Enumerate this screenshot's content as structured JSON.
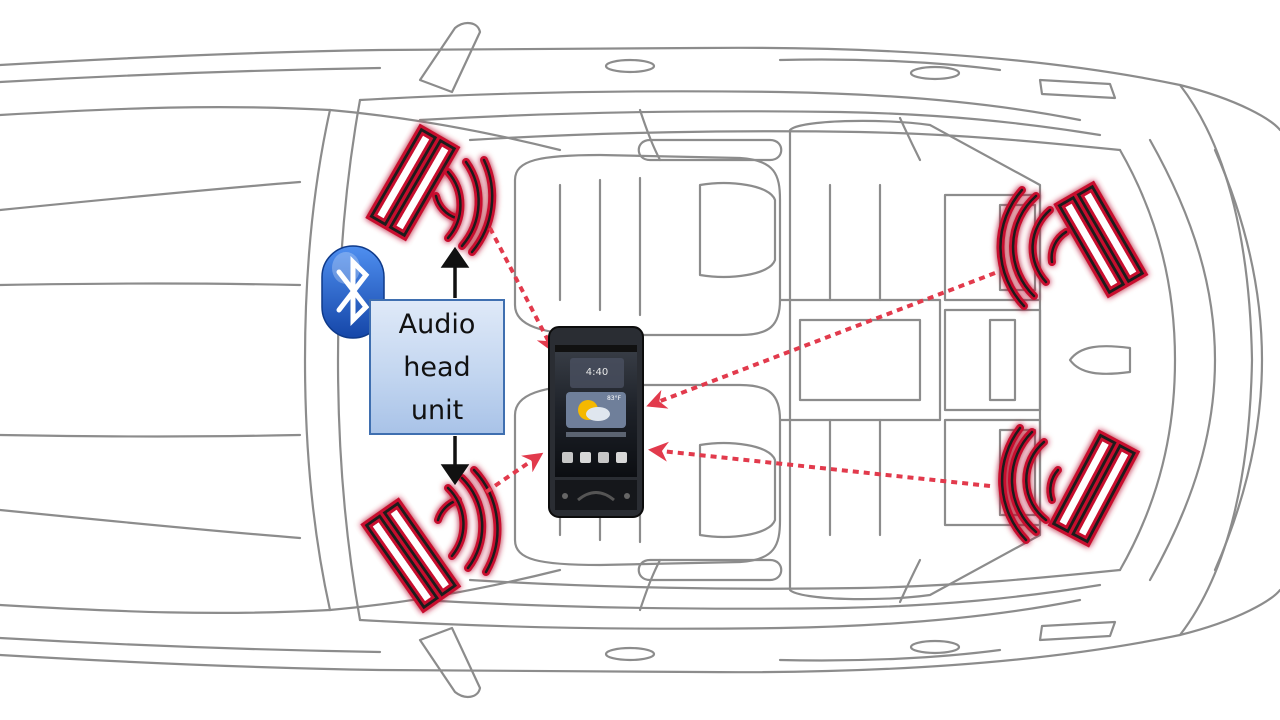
{
  "diagram": {
    "head_unit_label": "Audio\nhead\nunit",
    "icons": {
      "bluetooth": "bluetooth-icon",
      "phone": "smartphone-icon",
      "speaker": "speaker-icon"
    },
    "phone_screen": {
      "time": "4:40",
      "temperature": "83°F"
    },
    "colors": {
      "car_outline": "#8c8c8c",
      "signal_waves": "#c8102e",
      "signal_arrows": "#e23a4c",
      "head_unit_fill": "#c3d6f0",
      "head_unit_border": "#3f6fb0",
      "bluetooth": "#1f5fc4"
    }
  }
}
